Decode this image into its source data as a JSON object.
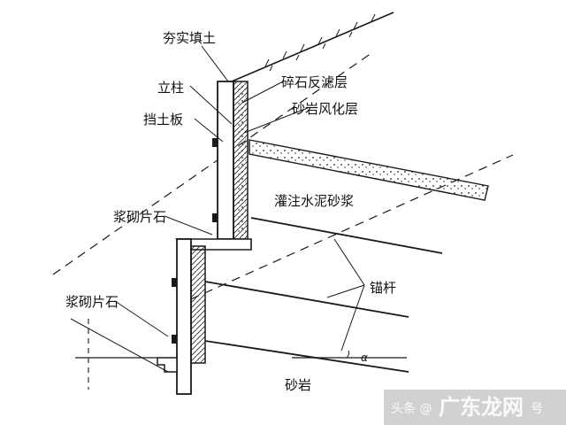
{
  "diagram": {
    "labels": {
      "compacted_fill": "夯实填土",
      "column": "立柱",
      "retaining_plate": "挡土板",
      "gravel_filter": "碎石反滤层",
      "weathered_sandstone": "砂岩风化层",
      "grout_cement_mortar": "灌注水泥砂浆",
      "mortar_rubble_upper": "浆砌片石",
      "mortar_rubble_lower": "浆砌片石",
      "anchor_rod": "锚杆",
      "sandstone": "砂岩",
      "angle_symbol": "α"
    }
  },
  "watermark": {
    "prefix": "头条 @",
    "brand": "广东龙网",
    "suffix": "号"
  },
  "colors": {
    "line": "#1a1a1a",
    "background": "#ffffff"
  }
}
